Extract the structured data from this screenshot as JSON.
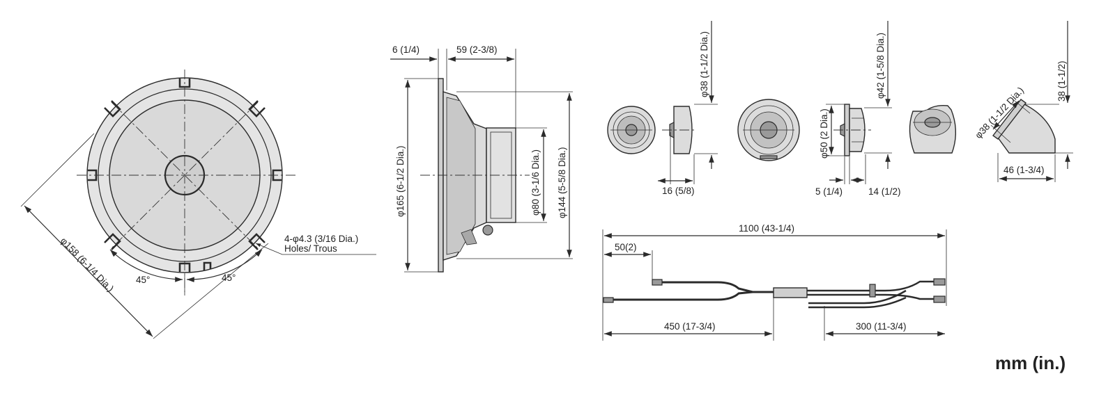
{
  "labels": {
    "front_dia": "φ158 (6-1/4 Dia.)",
    "angle_left": "45°",
    "angle_right": "45°",
    "holes_line1": "4-φ4.3 (3/16 Dia.)",
    "holes_line2": "Holes/ Trous",
    "flange_thk": "6 (1/4)",
    "depth": "59 (2-3/8)",
    "outer_dia": "φ165 (6-1/2 Dia.)",
    "magnet_dia": "φ80 (3-1/6 Dia.)",
    "cutout_dia": "φ144 (5-5/8 Dia.)",
    "tw1_dia": "φ38 (1-1/2 Dia.)",
    "tw1_depth": "16 (5/8)",
    "tw2_height": "φ42 (1-5/8 Dia.)",
    "tw2_dia": "φ50 (2 Dia.)",
    "tw2_flange": "5 (1/4)",
    "tw2_depth": "14 (1/2)",
    "tw3_dia": "φ38 (1-1/2 Dia.)",
    "tw3_height": "38 (1-1/2)",
    "tw3_width": "46 (1-3/4)",
    "cable_total": "1100 (43-1/4)",
    "cable_a": "50(2)",
    "cable_b": "450 (17-3/4)",
    "cable_c": "300 (11-3/4)",
    "units": "mm (in.)"
  }
}
